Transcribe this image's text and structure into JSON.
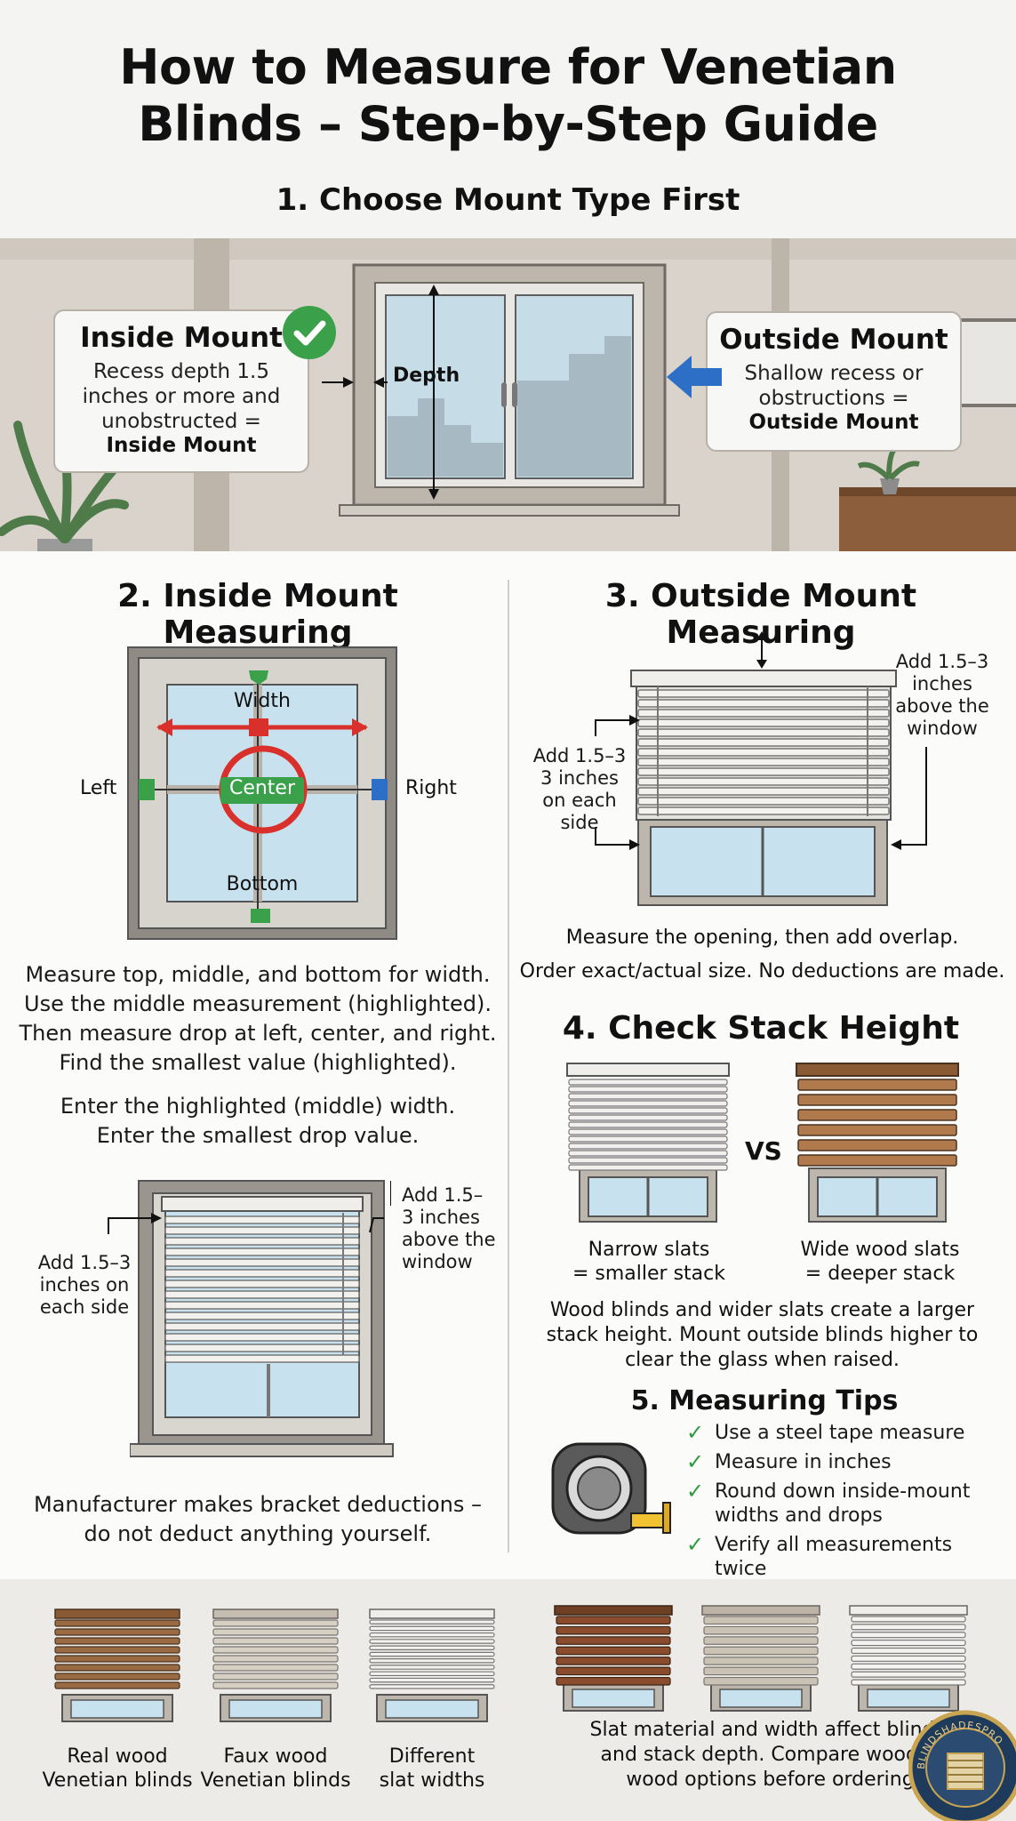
{
  "header": {
    "title_line1": "How to Measure for Venetian",
    "title_line2": "Blinds – Step-by-Step Guide",
    "section1": "1. Choose Mount Type First"
  },
  "scene": {
    "depth_label": "Depth",
    "inside": {
      "title": "Inside Mount",
      "body_line1": "Recess depth 1.5",
      "body_line2": "inches or more and",
      "body_line3": "unobstructed =",
      "result": "Inside Mount",
      "badge_icon": "check-icon"
    },
    "outside": {
      "title": "Outside Mount",
      "body_line1": "Shallow recess or",
      "body_line2": "obstructions =",
      "result": "Outside Mount",
      "pointer_icon": "arrow-left-icon"
    }
  },
  "inside_section": {
    "heading": "2. Inside Mount Measuring",
    "labels": {
      "width": "Width",
      "left": "Left",
      "center": "Center",
      "right": "Right",
      "bottom": "Bottom"
    },
    "para1": [
      "Measure top, middle, and bottom for width.",
      "Use the middle measurement (highlighted).",
      "Then measure drop at left, center, and right.",
      "Find the smallest value (highlighted)."
    ],
    "para2": [
      "Enter the highlighted (middle) width.",
      "Enter the smallest drop value."
    ],
    "diagram2_left": [
      "Add 1.5–3",
      "inches on",
      "each side"
    ],
    "diagram2_right": [
      "Add 1.5–",
      "3 inches",
      "above the",
      "window"
    ],
    "footer": [
      "Manufacturer makes bracket deductions –",
      "do not deduct anything yourself."
    ]
  },
  "outside_section": {
    "heading": "3. Outside Mount Measuring",
    "label_right": [
      "Add 1.5–3",
      "inches",
      "above the",
      "window"
    ],
    "label_left": [
      "Add 1.5–3",
      "3 inches",
      "on each",
      "side"
    ],
    "caption1": "Measure the opening, then add overlap.",
    "caption2": "Order exact/actual size. No deductions are made."
  },
  "stack_section": {
    "heading": "4. Check Stack Height",
    "vs": "VS",
    "narrow": [
      "Narrow slats",
      "= smaller stack"
    ],
    "wide": [
      "Wide wood slats",
      "= deeper stack"
    ],
    "para": [
      "Wood blinds and wider slats create a larger",
      "stack height. Mount outside blinds higher to",
      "clear the glass when raised."
    ]
  },
  "tips_section": {
    "heading": "5. Measuring Tips",
    "icon": "tape-measure-icon",
    "tips": [
      [
        "Use a steel tape measure"
      ],
      [
        "Measure in inches"
      ],
      [
        "Round down inside-mount",
        "widths and drops"
      ],
      [
        "Verify all measurements twice"
      ]
    ]
  },
  "bottom": {
    "captions": [
      [
        "Real wood",
        "Venetian blinds"
      ],
      [
        "Faux wood",
        "Venetian blinds"
      ],
      [
        "Different",
        "slat widths"
      ]
    ],
    "note": [
      "Slat material and width affect blind w",
      "and stack depth. Compare wood vs",
      "wood options before ordering."
    ],
    "seal_text": "BLINDSHADESPRO"
  },
  "colors": {
    "wood": "#9a6a42",
    "faux": "#cfc8bd",
    "white_slat": "#ecebe8",
    "red": "#d9302c",
    "green": "#3aa14a",
    "blue": "#2d6fc6",
    "check": "#2f9a3f"
  }
}
